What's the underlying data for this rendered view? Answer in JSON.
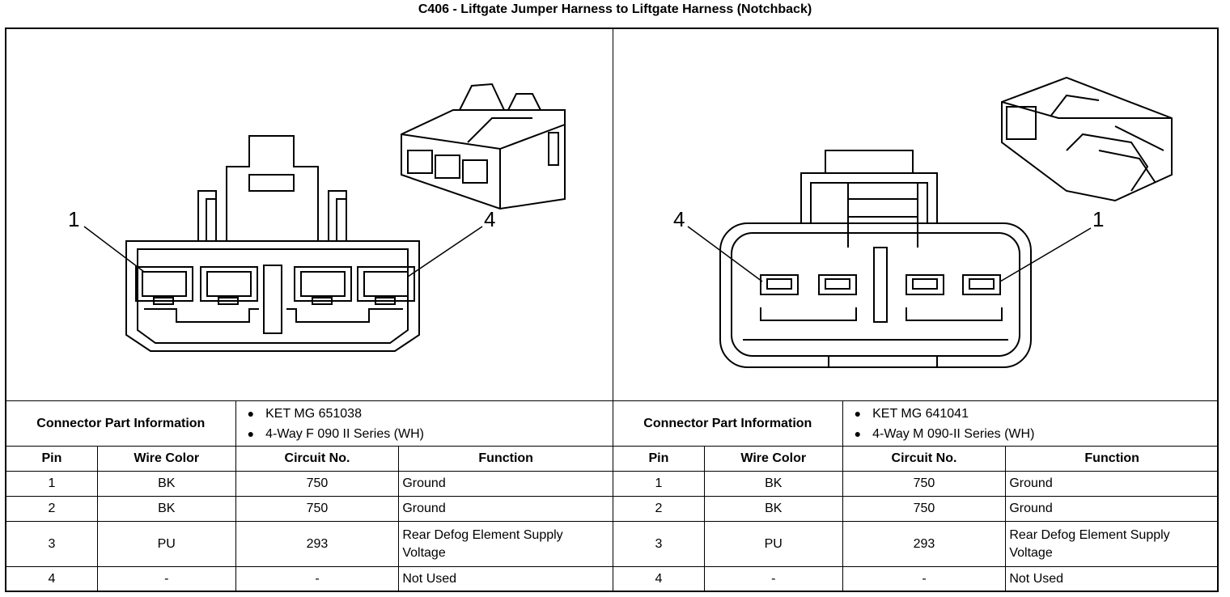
{
  "title": "C406 - Liftgate Jumper Harness to Liftgate Harness (Notchback)",
  "left": {
    "callout_left": "1",
    "callout_right": "4",
    "part_info_label": "Connector Part Information",
    "part_info": [
      "KET MG 651038",
      "4-Way F 090 II Series (WH)"
    ],
    "headers": {
      "pin": "Pin",
      "wire_color": "Wire Color",
      "circuit": "Circuit No.",
      "function": "Function"
    },
    "rows": [
      {
        "pin": "1",
        "wire_color": "BK",
        "circuit": "750",
        "function": "Ground"
      },
      {
        "pin": "2",
        "wire_color": "BK",
        "circuit": "750",
        "function": "Ground"
      },
      {
        "pin": "3",
        "wire_color": "PU",
        "circuit": "293",
        "function": "Rear Defog Element Supply Voltage"
      },
      {
        "pin": "4",
        "wire_color": "-",
        "circuit": "-",
        "function": "Not Used"
      }
    ]
  },
  "right": {
    "callout_left": "4",
    "callout_right": "1",
    "part_info_label": "Connector Part Information",
    "part_info": [
      "KET MG 641041",
      "4-Way M 090-II Series (WH)"
    ],
    "headers": {
      "pin": "Pin",
      "wire_color": "Wire Color",
      "circuit": "Circuit No.",
      "function": "Function"
    },
    "rows": [
      {
        "pin": "1",
        "wire_color": "BK",
        "circuit": "750",
        "function": "Ground"
      },
      {
        "pin": "2",
        "wire_color": "BK",
        "circuit": "750",
        "function": "Ground"
      },
      {
        "pin": "3",
        "wire_color": "PU",
        "circuit": "293",
        "function": "Rear Defog Element Supply Voltage"
      },
      {
        "pin": "4",
        "wire_color": "-",
        "circuit": "-",
        "function": "Not Used"
      }
    ]
  }
}
